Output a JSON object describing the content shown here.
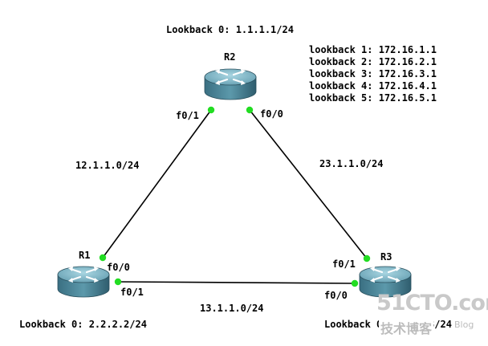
{
  "routers": {
    "r1": {
      "name": "R1"
    },
    "r2": {
      "name": "R2"
    },
    "r3": {
      "name": "R3"
    }
  },
  "interfaces": {
    "r2_f01": "f0/1",
    "r2_f00": "f0/0",
    "r1_f00": "f0/0",
    "r1_f01": "f0/1",
    "r3_f01": "f0/1",
    "r3_f00": "f0/0"
  },
  "networks": {
    "r1_r2": "12.1.1.0/24",
    "r2_r3": "23.1.1.0/24",
    "r1_r3": "13.1.1.0/24"
  },
  "loopbacks": {
    "r2_lo0": "Lookback 0: 1.1.1.1/24",
    "r1_lo0": "Lookback 0: 2.2.2.2/24",
    "r3_lo0": "Lookback 0: 3.3.3.3/24",
    "r2_extra": [
      "lookback 1: 172.16.1.1",
      "lookback 2: 172.16.2.1",
      "lookback 3: 172.16.3.1",
      "lookback 4: 172.16.4.1",
      "lookback 5: 172.16.5.1"
    ]
  },
  "watermark": {
    "brand": "51CTO.com",
    "tagline": "技术博客",
    "blog": "Blog"
  },
  "colors": {
    "link": "#000000",
    "port_dot": "#22dd22",
    "router_body": "#3c7f93",
    "router_top": "#7fb8c7",
    "watermark": "#c9c9c9"
  }
}
